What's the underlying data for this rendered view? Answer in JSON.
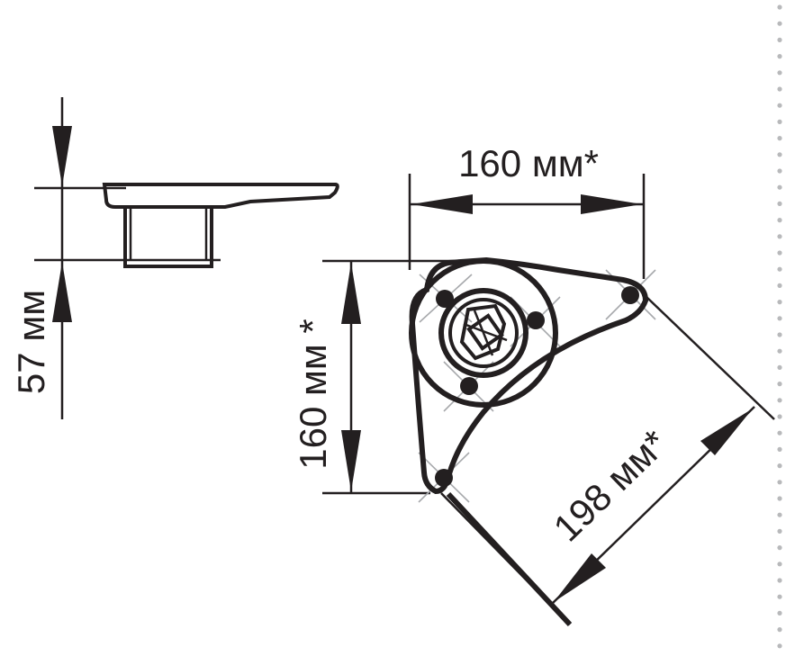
{
  "dimensions": {
    "side_height": "57 мм",
    "top_width": "160 мм*",
    "left_height": "160 мм *",
    "diagonal": "198 мм*"
  },
  "colors": {
    "ink": "#231f20",
    "guide": "#a7a9ac",
    "dotted_border": "#b8b9bb"
  }
}
